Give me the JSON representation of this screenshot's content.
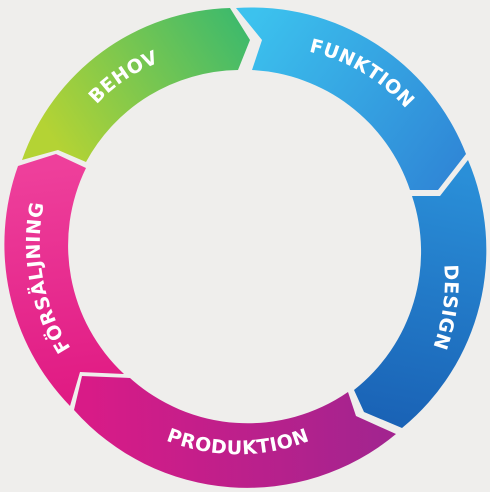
{
  "diagram": {
    "background": "#efeeec",
    "segments": [
      {
        "id": "behov",
        "label": "BEHOV",
        "color_start": "#b4d334",
        "color_end": "#3fba6b"
      },
      {
        "id": "funktion",
        "label": "FUNKTION",
        "color_start": "#3cc2ee",
        "color_end": "#2f86d6"
      },
      {
        "id": "design",
        "label": "DESIGN",
        "color_start": "#2a8fd8",
        "color_end": "#1a63b6"
      },
      {
        "id": "produktion",
        "label": "PRODUKTION",
        "color_start": "#a3248f",
        "color_end": "#d81b87"
      },
      {
        "id": "forsaljning",
        "label": "FÖRSÄLJNING",
        "color_start": "#e01a83",
        "color_end": "#ee3f9b"
      }
    ]
  }
}
